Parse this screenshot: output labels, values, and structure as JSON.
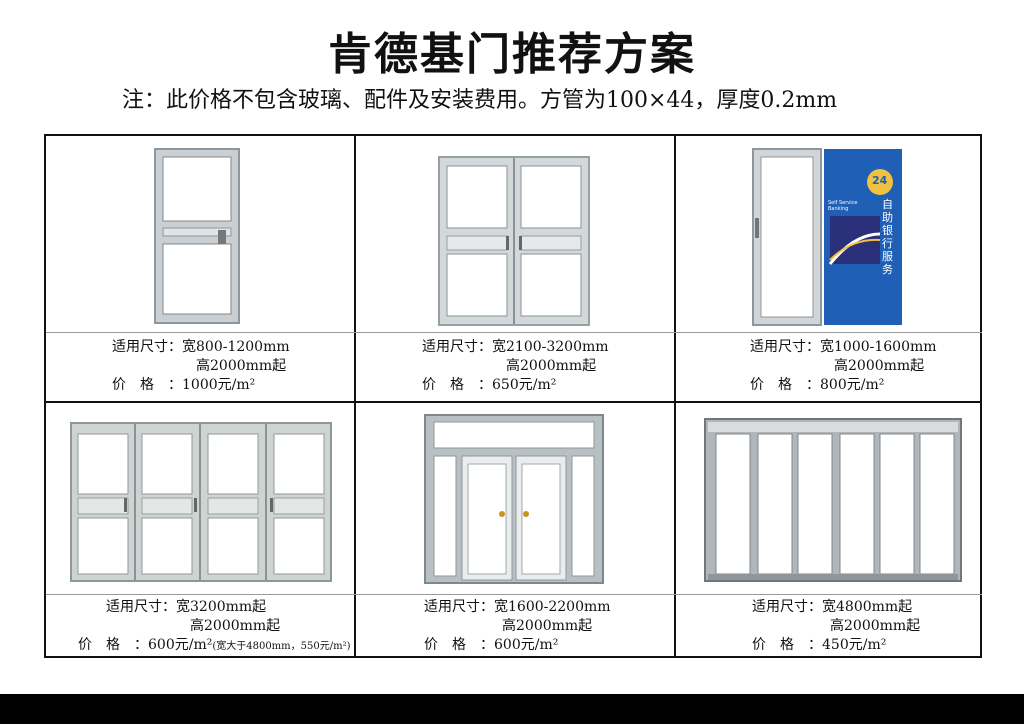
{
  "title": "肯德基门推荐方案",
  "note": "注：此价格不包含玻璃、配件及安装费用。方管为100×44，厚度0.2mm",
  "atm_banner": {
    "badge": "24",
    "en": "Self Service\nBanking",
    "cn": "自助银行服务"
  },
  "products": [
    {
      "size_label": "适用尺寸：",
      "width": "宽800-1200mm",
      "height": "高2000mm起",
      "price_label": "价　格　：",
      "price": "1000元/m²",
      "price_note": ""
    },
    {
      "size_label": "适用尺寸：",
      "width": "宽2100-3200mm",
      "height": "高2000mm起",
      "price_label": "价　格　：",
      "price": "650元/m²",
      "price_note": ""
    },
    {
      "size_label": "适用尺寸：",
      "width": "宽1000-1600mm",
      "height": "高2000mm起",
      "price_label": "价　格　：",
      "price": "800元/m²",
      "price_note": ""
    },
    {
      "size_label": "适用尺寸：",
      "width": "宽3200mm起",
      "height": "高2000mm起",
      "price_label": "价　格　：",
      "price": "600元/m²",
      "price_note": "(宽大于4800mm，550元/m²)"
    },
    {
      "size_label": "适用尺寸：",
      "width": "宽1600-2200mm",
      "height": "高2000mm起",
      "price_label": "价　格　：",
      "price": "600元/m²",
      "price_note": ""
    },
    {
      "size_label": "适用尺寸：",
      "width": "宽4800mm起",
      "height": "高2000mm起",
      "price_label": "价　格　：",
      "price": "450元/m²",
      "price_note": ""
    }
  ]
}
